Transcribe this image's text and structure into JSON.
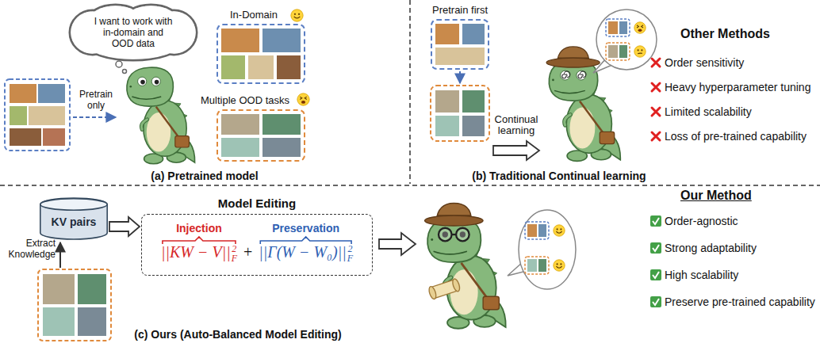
{
  "diagram": {
    "nodes": [
      {
        "text": [
          "I want to work with in-domain and OOD data"
        ]
      },
      {
        "text": [
          "In-Domain"
        ]
      },
      {
        "text": [
          "Multiple OOD tasks"
        ]
      },
      {
        "text": [
          "Pretrain first"
        ]
      },
      {
        "text": [
          "KV pairs"
        ]
      },
      {
        "text": [
          "Model Editing",
          "Injection",
          "||KW − V||",
          "2",
          "F",
          "+",
          "Preservation",
          "||Γ(W − W₀)||",
          "2",
          "F"
        ]
      }
    ],
    "edges": [
      {
        "from": 4,
        "to": 5,
        "arrow": "to"
      }
    ],
    "labels": [
      "Pretrain only",
      "(a) Pretrained model",
      "Continual learning",
      "Other Methods",
      "Order sensitivity",
      "Heavy hyperparameter tuning",
      "Limited scalability",
      "Loss of pre-trained capability",
      "(b) Traditional Continual learning",
      "Extract Knowledge",
      "(c) Ours (Auto-Balanced Model Editing)",
      "Our Method",
      "Order-agnostic",
      "Strong adaptability",
      "High scalability",
      "Preserve pre-trained capability"
    ]
  }
}
